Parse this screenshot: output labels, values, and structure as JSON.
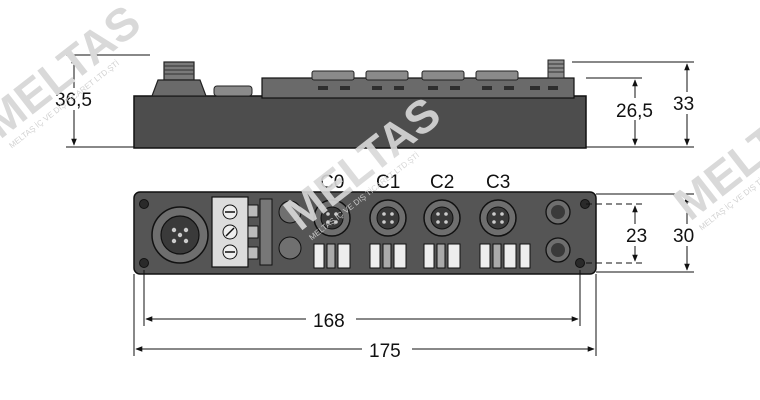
{
  "dimensions": {
    "side_height_left": "36,5",
    "side_height_inner": "26,5",
    "side_height_total": "33",
    "top_height_inner": "23",
    "top_height_total": "30",
    "length_inner": "168",
    "length_total": "175"
  },
  "connector_labels": [
    "C0",
    "C1",
    "C2",
    "C3"
  ],
  "watermark": {
    "brand": "MELTAS",
    "company": "MELTAŞ İÇ VE DIŞ TİCARET LTD.ŞTİ"
  },
  "colors": {
    "housing": "#4a4a4a",
    "housing_dark": "#333333",
    "line": "#111111",
    "watermark": "#d9d9d9"
  }
}
